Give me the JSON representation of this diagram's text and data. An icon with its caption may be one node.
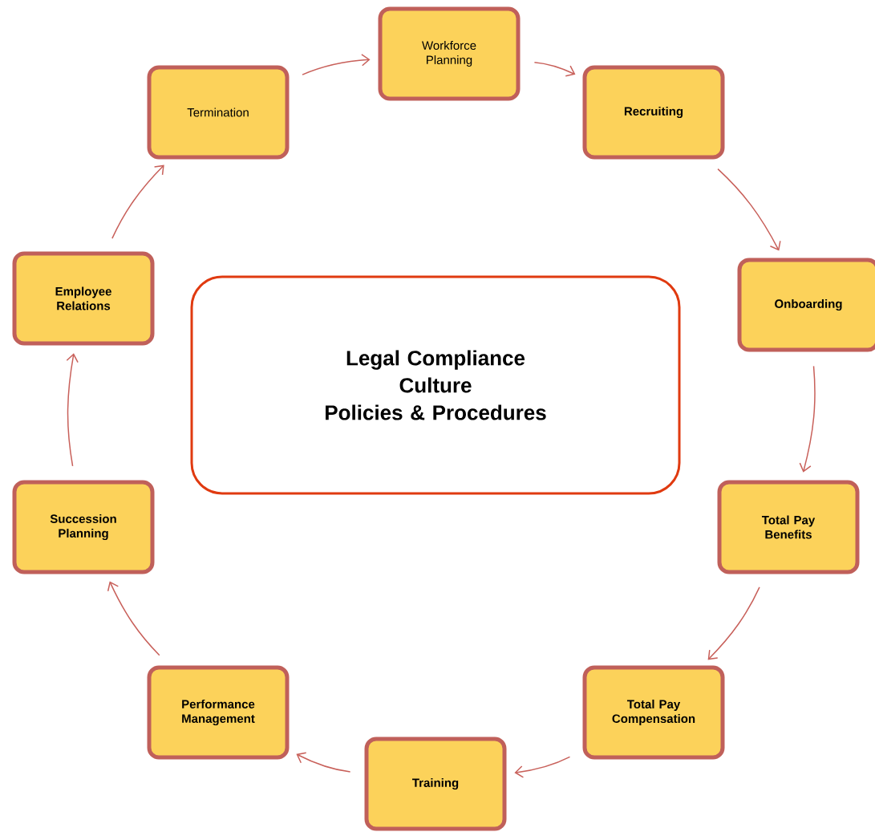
{
  "diagram": {
    "nodes": [
      {
        "text": [
          "Workforce Planning"
        ]
      },
      {
        "text": [
          "Recruiting"
        ]
      },
      {
        "text": [
          "Onboarding"
        ]
      },
      {
        "text": [
          "Total Pay Benefits"
        ]
      },
      {
        "text": [
          "Total Pay Compensation"
        ]
      },
      {
        "text": [
          "Training"
        ]
      },
      {
        "text": [
          "Performance Management"
        ]
      },
      {
        "text": [
          "Succession Planning"
        ]
      },
      {
        "text": [
          "Employee Relations"
        ]
      },
      {
        "text": [
          "Termination"
        ]
      },
      {
        "text": [
          "Legal Compliance",
          "Culture",
          "Policies & Procedures"
        ]
      }
    ],
    "edges": [
      {
        "from": 0,
        "to": 1,
        "arrow": "to"
      },
      {
        "from": 1,
        "to": 2,
        "arrow": "to"
      },
      {
        "from": 2,
        "to": 3,
        "arrow": "to"
      },
      {
        "from": 3,
        "to": 4,
        "arrow": "to"
      },
      {
        "from": 4,
        "to": 5,
        "arrow": "to"
      },
      {
        "from": 5,
        "to": 6,
        "arrow": "to"
      },
      {
        "from": 6,
        "to": 7,
        "arrow": "to"
      },
      {
        "from": 7,
        "to": 8,
        "arrow": "to"
      },
      {
        "from": 8,
        "to": 9,
        "arrow": "to"
      },
      {
        "from": 9,
        "to": 0,
        "arrow": "to"
      }
    ]
  }
}
